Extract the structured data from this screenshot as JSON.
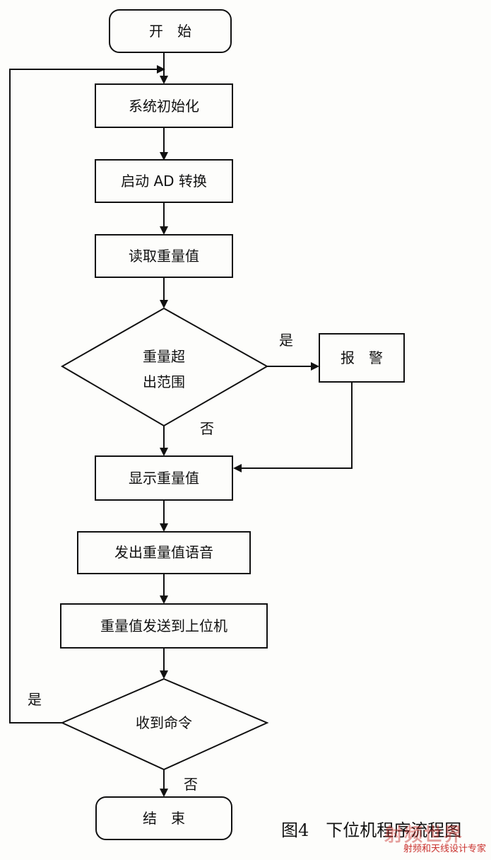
{
  "diagram": {
    "nodes": {
      "start": "开　始",
      "init": "系统初始化",
      "ad": "启动 AD 转换",
      "read": "读取重量值",
      "check_line1": "重量超",
      "check_line2": "出范围",
      "alarm": "报　警",
      "display": "显示重量值",
      "voice": "发出重量值语音",
      "send": "重量值发送到上位机",
      "cmd": "收到命令",
      "end": "结　束"
    },
    "edge_labels": {
      "check_yes": "是",
      "check_no": "否",
      "cmd_yes": "是",
      "cmd_no": "否"
    }
  },
  "caption": "图4　下位机程序流程图",
  "watermark": {
    "main": "射频世界",
    "sub": "射频和天线设计专家"
  }
}
